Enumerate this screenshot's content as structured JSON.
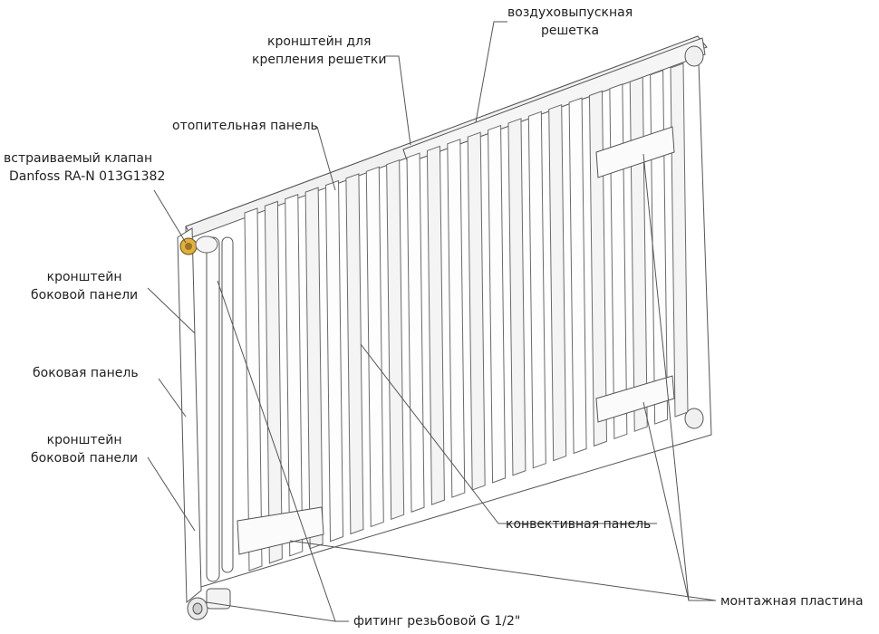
{
  "labels": {
    "air_grille": [
      "воздуховыпускная",
      "решетка"
    ],
    "grille_bracket": [
      "кронштейн для",
      "крепления решетки"
    ],
    "heating_panel": "отопительная панель",
    "valve": [
      "встраиваемый клапан",
      "Danfoss RA-N 013G1382"
    ],
    "side_bracket_top": [
      "кронштейн",
      "боковой панели"
    ],
    "side_panel": "боковая панель",
    "side_bracket_bottom": [
      "кронштейн",
      "боковой панели"
    ],
    "convection_panel": "конвективная панель",
    "mounting_plate": "монтажная пластина",
    "fitting": "фитинг резьбовой G 1/2\""
  },
  "colors": {
    "outline": "#555555",
    "panel_fill": "#ffffff",
    "shade": "#e9e9e9",
    "valve_brass": "#e0b040"
  }
}
